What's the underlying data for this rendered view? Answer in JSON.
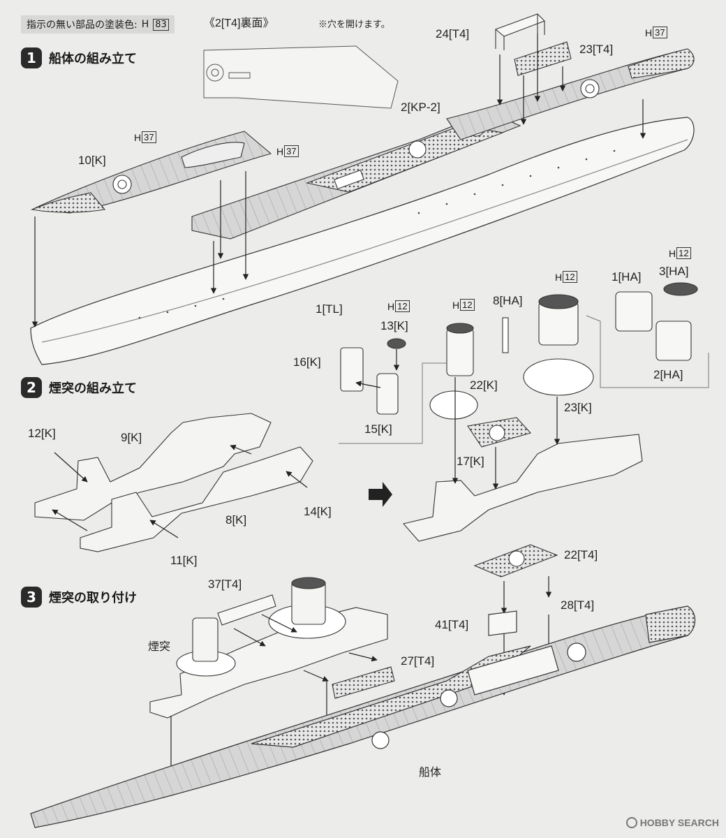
{
  "header": {
    "label": "指示の無い部品の塗装色:",
    "hcode": "H",
    "hnum": "83"
  },
  "reverse_label": "《2[T4]裏面》",
  "hole_note": "※穴を開けます。",
  "steps": [
    {
      "num": "1",
      "title": "船体の組み立て"
    },
    {
      "num": "2",
      "title": "煙突の組み立て"
    },
    {
      "num": "3",
      "title": "煙突の取り付け"
    }
  ],
  "hcodes": {
    "h37a": "37",
    "h37b": "37",
    "h37c": "37",
    "h12a": "12",
    "h12b": "12",
    "h12c": "12",
    "h12d": "12",
    "H": "H"
  },
  "parts": {
    "p24": "24[T4]",
    "p23t": "23[T4]",
    "p2kp": "2[KP-2]",
    "p10": "10[K]",
    "p1tl": "1[TL]",
    "p13": "13[K]",
    "p16": "16[K]",
    "p15": "15[K]",
    "p8ha": "8[HA]",
    "p1ha": "1[HA]",
    "p3ha": "3[HA]",
    "p2ha": "2[HA]",
    "p22k": "22[K]",
    "p23k": "23[K]",
    "p17k": "17[K]",
    "p12k": "12[K]",
    "p9k": "9[K]",
    "p14k": "14[K]",
    "p8k": "8[K]",
    "p11k": "11[K]",
    "p37": "37[T4]",
    "p22t": "22[T4]",
    "p28": "28[T4]",
    "p41": "41[T4]",
    "p27": "27[T4]"
  },
  "labels": {
    "funnel": "煙突",
    "hull": "船体"
  },
  "watermark": "HOBBY SEARCH",
  "colors": {
    "background": "#ececea",
    "line": "#333333",
    "deck": "#d4d4d4"
  }
}
